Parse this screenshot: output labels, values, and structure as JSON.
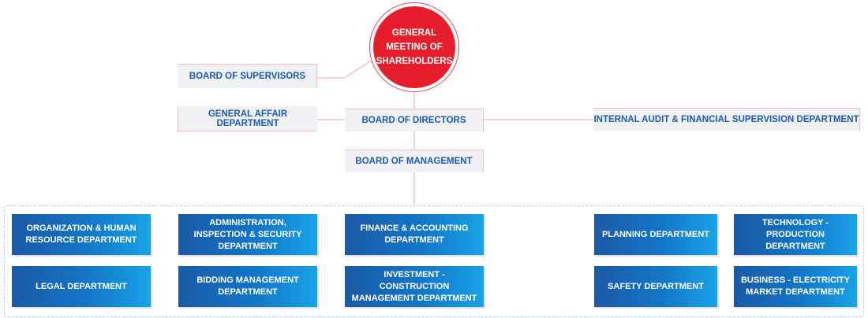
{
  "top": {
    "shareholders": "GENERAL MEETING OF SHAREHOLDERS"
  },
  "boards": {
    "supervisors": "BOARD OF SUPERVISORS",
    "directors": "BOARD OF DIRECTORS",
    "management": "BOARD OF MANAGEMENT",
    "general_affair": "GENERAL AFFAIR DEPARTMENT",
    "internal_audit": "INTERNAL AUDIT & FINANCIAL SUPERVISION DEPARTMENT"
  },
  "departments": {
    "hr": "ORGANIZATION & HUMAN RESOURCE DEPARTMENT",
    "admin": "ADMINISTRATION, INSPECTION & SECURITY DEPARTMENT",
    "finance": "FINANCE & ACCOUNTING DEPARTMENT",
    "planning": "PLANNING DEPARTMENT",
    "technology": "TECHNOLOGY - PRODUCTION DEPARTMENT",
    "legal": "LEGAL DEPARTMENT",
    "bidding": "BIDDING MANAGEMENT DEPARTMENT",
    "investment": "INVESTMENT - CONSTRUCTION MANAGEMENT DEPARTMENT",
    "safety": "SAFETY DEPARTMENT",
    "business": "BUSINESS - ELECTRICITY MARKET DEPARTMENT"
  },
  "colors": {
    "circle": "#e61e2b",
    "board_text": "#1e5ba8",
    "board_bg": "#eff1f5",
    "dept_gradient_start": "#1a5aa6",
    "dept_gradient_end": "#19a3e6",
    "connector": "#e8a3a7"
  }
}
